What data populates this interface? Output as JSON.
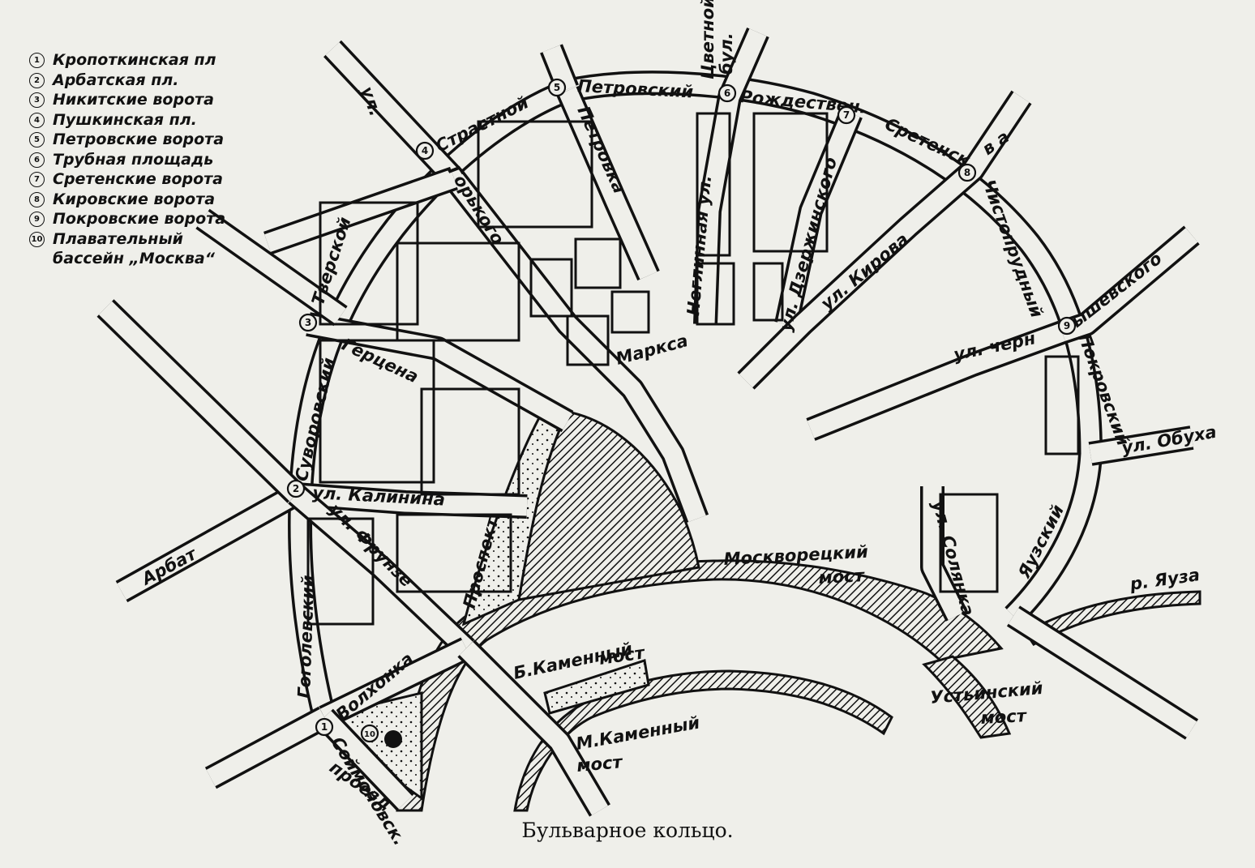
{
  "legend": [
    {
      "num": "1",
      "text": "Кропоткинская пл"
    },
    {
      "num": "2",
      "text": "Арбатская пл."
    },
    {
      "num": "3",
      "text": "Никитские ворота"
    },
    {
      "num": "4",
      "text": "Пушкинская пл."
    },
    {
      "num": "5",
      "text": "Петровские ворота"
    },
    {
      "num": "6",
      "text": "Трубная площадь"
    },
    {
      "num": "7",
      "text": "Сретенские ворота"
    },
    {
      "num": "8",
      "text": "Кировские ворота"
    },
    {
      "num": "9",
      "text": "Покровские ворота"
    },
    {
      "num": "10",
      "text": "Плавательный\nбассейн „Москва“"
    }
  ],
  "caption": "Бульварное кольцо.",
  "streets": {
    "tsvetnoi": "Цветной",
    "tsvetnoi_b": "бул.",
    "ul_top": "ул.",
    "strastnoi": "Страстной",
    "petrovskii": "Петровский",
    "rozhdestven": "Рождествен.",
    "sretensk": "Сретенск.",
    "va": "в а",
    "tverskoi": "Тверской",
    "gorkogo": "Горького",
    "petrovka": "Петровка",
    "neglinnaya": "Неглинная ул.",
    "dzerzhinskogo": "ул. Дзержинского",
    "kirova": "ул. Кирова",
    "chistoprudnyi": "Чистопрудный",
    "chernyshevskogo_a": "ул. черн",
    "chernyshevskogo_b": "ышевского",
    "pokrovskii": "Покровский",
    "obukha": "ул. Обуха",
    "yauzskii": "Яузский",
    "solyanka": "ул. Солянка",
    "r_yauza": "р. Яуза",
    "ustinskii": "Устьинский",
    "ustinskii_b": "мост",
    "moskvoretskii": "Москворецкий",
    "moskvoretskii_b": "мост",
    "marksa": "Маркса",
    "gertsena": "Герцена",
    "nikitskii": "Суворовский",
    "kalinina": "ул. Калинина",
    "prospekt": "Проспект",
    "arbat": "Арбат",
    "gogolevskii": "Гоголевский",
    "frunze": "ул. Фрунзе",
    "volkhonka": "Волхонка",
    "b_kamennyi": "Б.Каменный",
    "b_kamennyi_b": "мост",
    "m_kamennyi": "М.Каменный",
    "m_kamennyi_b": "мост",
    "soimonovsk": "Соймоновск.",
    "proezd": "проезд"
  },
  "markers": {
    "m1": "1",
    "m2": "2",
    "m3": "3",
    "m4": "4",
    "m5": "5",
    "m6": "6",
    "m7": "7",
    "m8": "8",
    "m9": "9",
    "m10": "10"
  }
}
